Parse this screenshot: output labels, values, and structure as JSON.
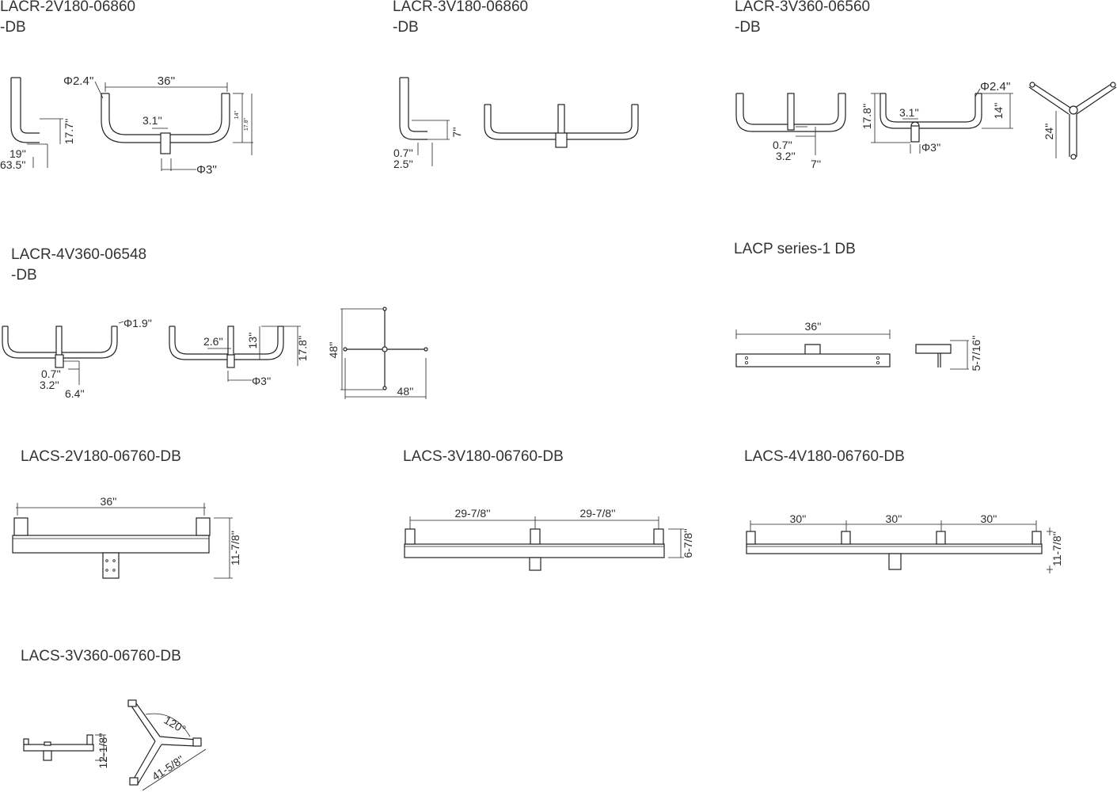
{
  "products": [
    {
      "id": "lacr-2v180",
      "title": "LACR-2V180-06860\n-DB",
      "dims": {
        "dia_arm": "Φ2.4''",
        "width": "36''",
        "offset": "3.1''",
        "height_side": "17.7''",
        "height_front": "14''",
        "height_front2": "17.8''",
        "d1": "19''",
        "d2": "63.5''",
        "dia_base": "Φ3''"
      }
    },
    {
      "id": "lacr-3v180",
      "title": "LACR-3V180-06860\n-DB",
      "dims": {
        "height": "7''",
        "d1": "0.7''",
        "d2": "2.5''"
      }
    },
    {
      "id": "lacr-3v360",
      "title": "LACR-3V360-06560\n-DB",
      "dims": {
        "d1": "0.7''",
        "d2": "3.2''",
        "d3": "7''",
        "height": "17.8''",
        "offset": "3.1''",
        "dia_base": "Φ3''",
        "dia_arm": "Φ2.4''",
        "height_arm": "14''",
        "span": "24''"
      }
    },
    {
      "id": "lacr-4v360",
      "title": "LACR-4V360-06548\n-DB",
      "dims": {
        "dia_arm": "Φ1.9''",
        "d1": "0.7''",
        "d2": "3.2''",
        "d3": "6.4''",
        "offset": "2.6''",
        "height_arm": "13''",
        "height": "17.8''",
        "dia_base": "Φ3''",
        "span_v": "48''",
        "span_h": "48''"
      }
    },
    {
      "id": "lacp-series-1",
      "title": "LACP series-1 DB",
      "dims": {
        "width": "36''",
        "height": "5-7/16''"
      }
    },
    {
      "id": "lacs-2v180",
      "title": "LACS-2V180-06760-DB",
      "dims": {
        "width": "36''",
        "height": "11-7/8''"
      }
    },
    {
      "id": "lacs-3v180",
      "title": "LACS-3V180-06760-DB",
      "dims": {
        "w1": "29-7/8''",
        "w2": "29-7/8''",
        "height": "6-7/8''"
      }
    },
    {
      "id": "lacs-4v180",
      "title": "LACS-4V180-06760-DB",
      "dims": {
        "w1": "30''",
        "w2": "30''",
        "w3": "30''",
        "height": "11-7/8''"
      }
    },
    {
      "id": "lacs-3v360",
      "title": "LACS-3V360-06760-DB",
      "dims": {
        "height": "12-1/8''",
        "angle": "120°",
        "length": "41-5/8''"
      }
    }
  ]
}
